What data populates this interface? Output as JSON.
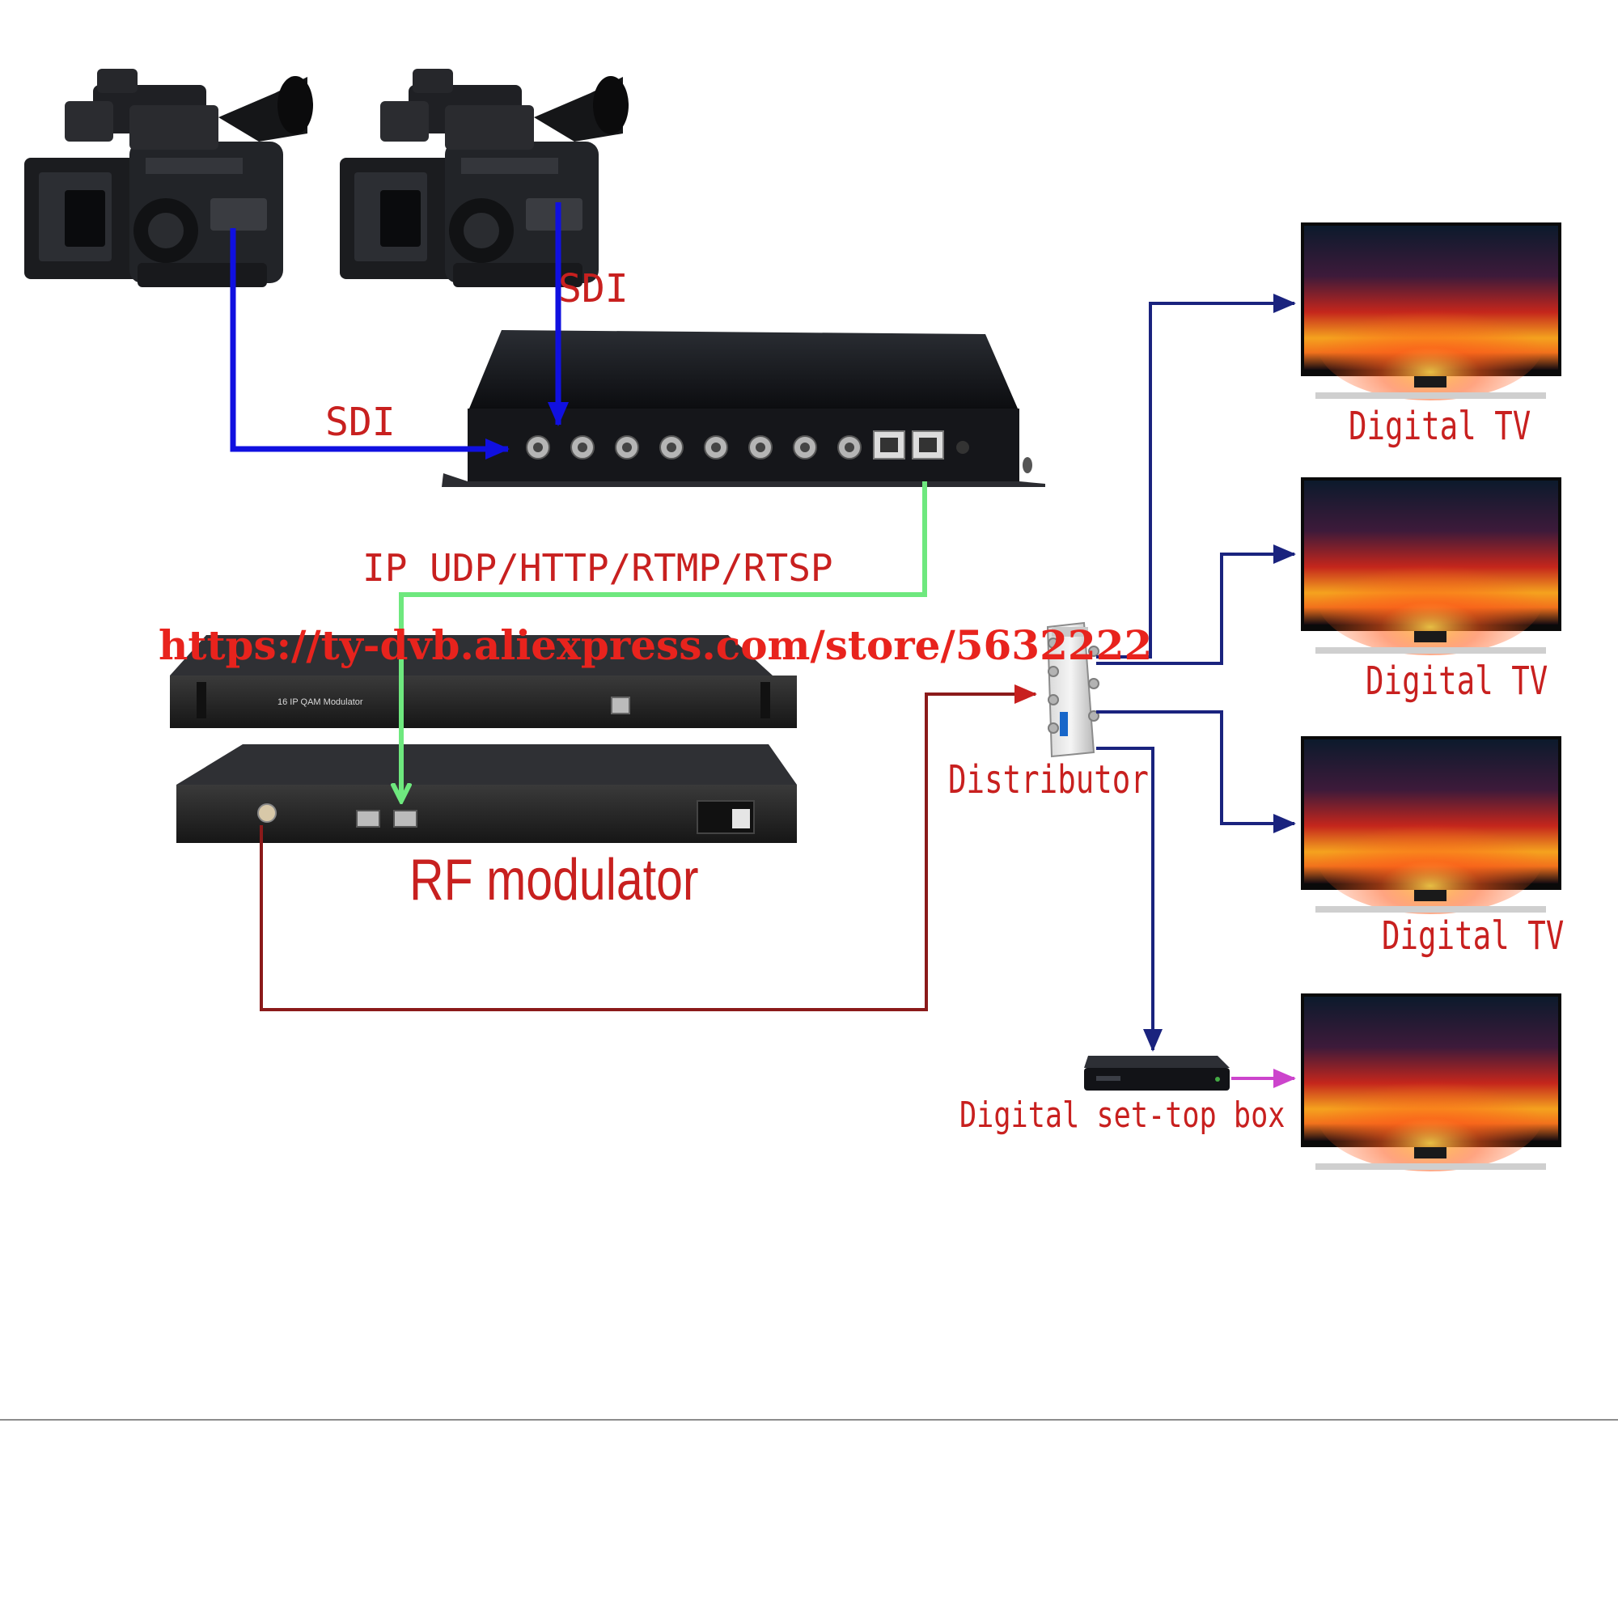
{
  "labels": {
    "sdi_left": "SDI",
    "sdi_right": "SDI",
    "ip_protocols": "IP UDP/HTTP/RTMP/RTSP",
    "store_url": "https://ty-dvb.aliexpress.com/store/5632222",
    "modulator_panel": "16 IP QAM Modulator",
    "rf_modulator": "RF modulator",
    "distributor": "Distributor",
    "tv_1": "Digital TV",
    "tv_2": "Digital TV",
    "tv_3": "Digital TV",
    "set_top_box": "Digital set-top box"
  },
  "colors": {
    "sdi_line": "#1010e0",
    "ip_line": "#6ee87e",
    "rf_line": "#8b1a1a",
    "distribution_line": "#1a237e",
    "hdmi_line": "#cc44cc",
    "label_red": "#c8201f"
  },
  "icons": [
    "video-camera-icon",
    "encoder-icon",
    "modulator-icon",
    "splitter-icon",
    "television-icon",
    "set-top-box-icon"
  ]
}
